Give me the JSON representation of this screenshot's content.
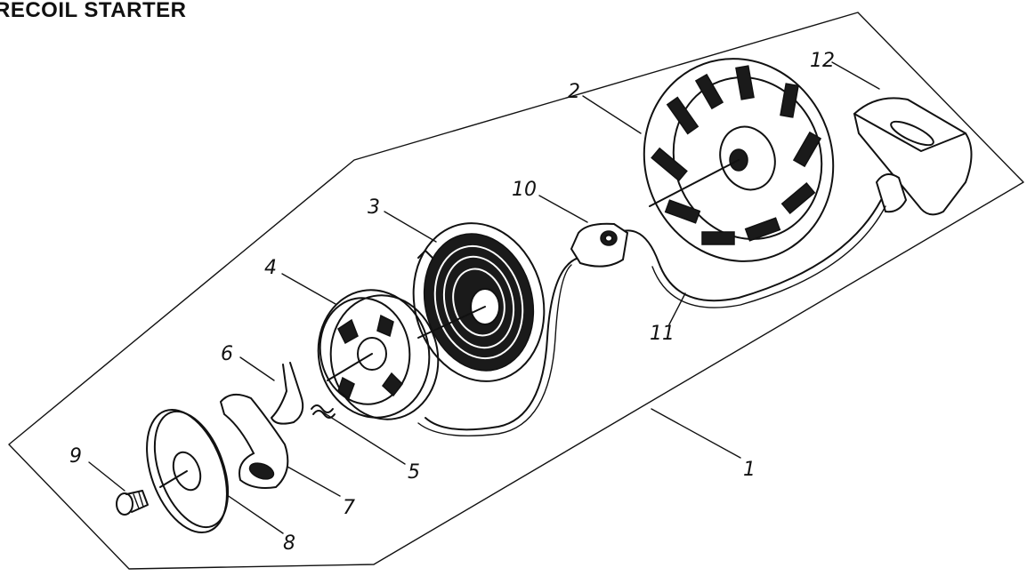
{
  "title": "RECOIL STARTER",
  "callouts": [
    "1",
    "2",
    "3",
    "4",
    "5",
    "6",
    "7",
    "8",
    "9",
    "10",
    "11",
    "12"
  ]
}
